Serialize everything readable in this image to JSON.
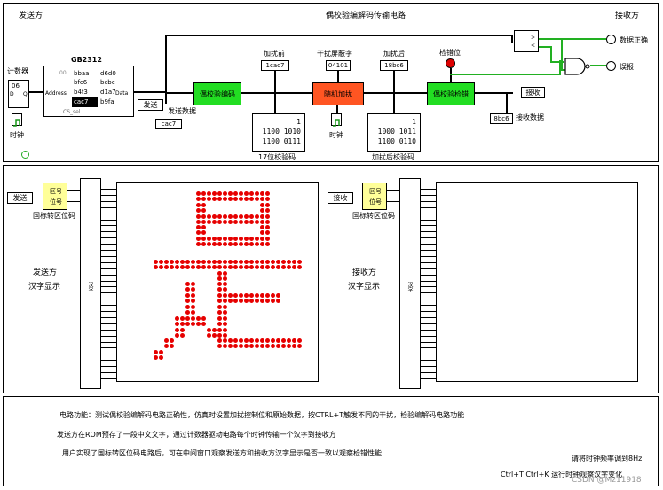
{
  "top": {
    "sender_label": "发送方",
    "title": "偶校验编解码传输电路",
    "receiver_label": "接收方",
    "rom": {
      "title": "GB2312",
      "rows": [
        {
          "addr": "00",
          "a": "bbaa",
          "b": "d6d0"
        },
        {
          "addr": "",
          "a": "bfc6",
          "b": "bcbc"
        },
        {
          "addr": "",
          "a": "b4f3",
          "b": "d1a7"
        },
        {
          "addr": "",
          "a": "cac7",
          "b": "b9fa"
        }
      ],
      "pin_address": "Address",
      "pin_data": "Data",
      "pin_cs": "CS_sel",
      "highlight": "cac7"
    },
    "counter": {
      "label": "计数器",
      "value": "06",
      "pin_d": "D",
      "pin_q": "Q"
    },
    "clock_label": "时钟",
    "send_tunnel": "发送",
    "send_data_label": "发送数据",
    "send_value": "cac7",
    "encoder_label": "偶校验编码",
    "before_noise_label": "加扰前",
    "before_noise_value": "1cac7",
    "mask_label": "干扰屏蔽字",
    "mask_value": "04101",
    "noise_label": "随机加扰",
    "clock2_label": "时钟",
    "after_noise_label": "加扰后",
    "after_noise_value": "18bc6",
    "checker_label": "偶校验检错",
    "error_bit_label": "检错位",
    "receive_tunnel": "接收",
    "receive_value": "8bc6",
    "receive_data_label": "接收数据",
    "before_bits": [
      "1",
      "1100 1010",
      "1100 0111"
    ],
    "before_bits_caption": "17位校验码",
    "after_bits": [
      "1",
      "1000 1011",
      "1100 0110"
    ],
    "after_bits_caption": "加扰后校验码",
    "out_correct": "数据正确",
    "out_error": "误报"
  },
  "middle": {
    "left": {
      "tunnel": "发送",
      "box_line1": "区号",
      "box_line2": "位号",
      "caption": "国标转区位码",
      "display_title": "发送方",
      "display_sub": "汉字显示",
      "chip_label": "汉字"
    },
    "right": {
      "tunnel": "接收",
      "box_line1": "区号",
      "box_line2": "位号",
      "caption": "国标转区位码",
      "display_title": "接收方",
      "display_sub": "汉字显示",
      "chip_label": "汉字"
    },
    "dot_color": "#e60000"
  },
  "bottom": {
    "line1": "电路功能：测试偶校验编解码电路正确性，仿真时设置加扰控制位和原始数据，按CTRL+T触发不同的干扰，检验编解码电路功能",
    "line2": "发送方在ROM预存了一段中文文字，通过计数器驱动电路每个时钟传输一个汉字到接收方",
    "line3": "用户实现了国标转区位码电路后，可在中间窗口观察发送方和接收方汉字显示是否一致以观察检错性能",
    "hint_freq": "请将时钟频率调到8Hz",
    "hint_keys": "Ctrl+T  Ctrl+K 运行时钟观察汉字变化",
    "watermark": "CSDN @Mz11918"
  }
}
